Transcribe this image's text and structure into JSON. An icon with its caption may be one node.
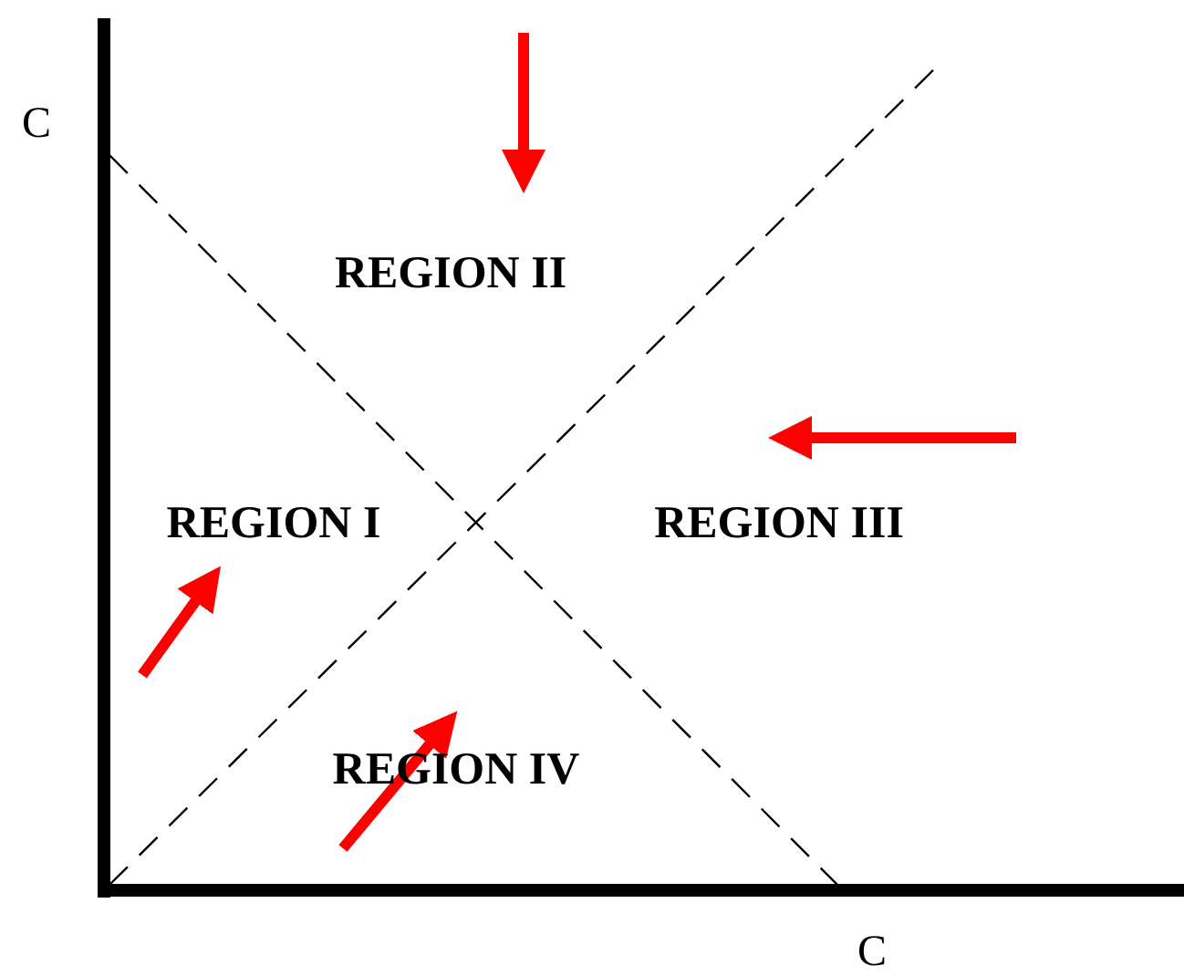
{
  "diagram": {
    "labels": [
      "C",
      "REGION II",
      "REGION I",
      "REGION III",
      "REGION IV",
      "C"
    ]
  }
}
